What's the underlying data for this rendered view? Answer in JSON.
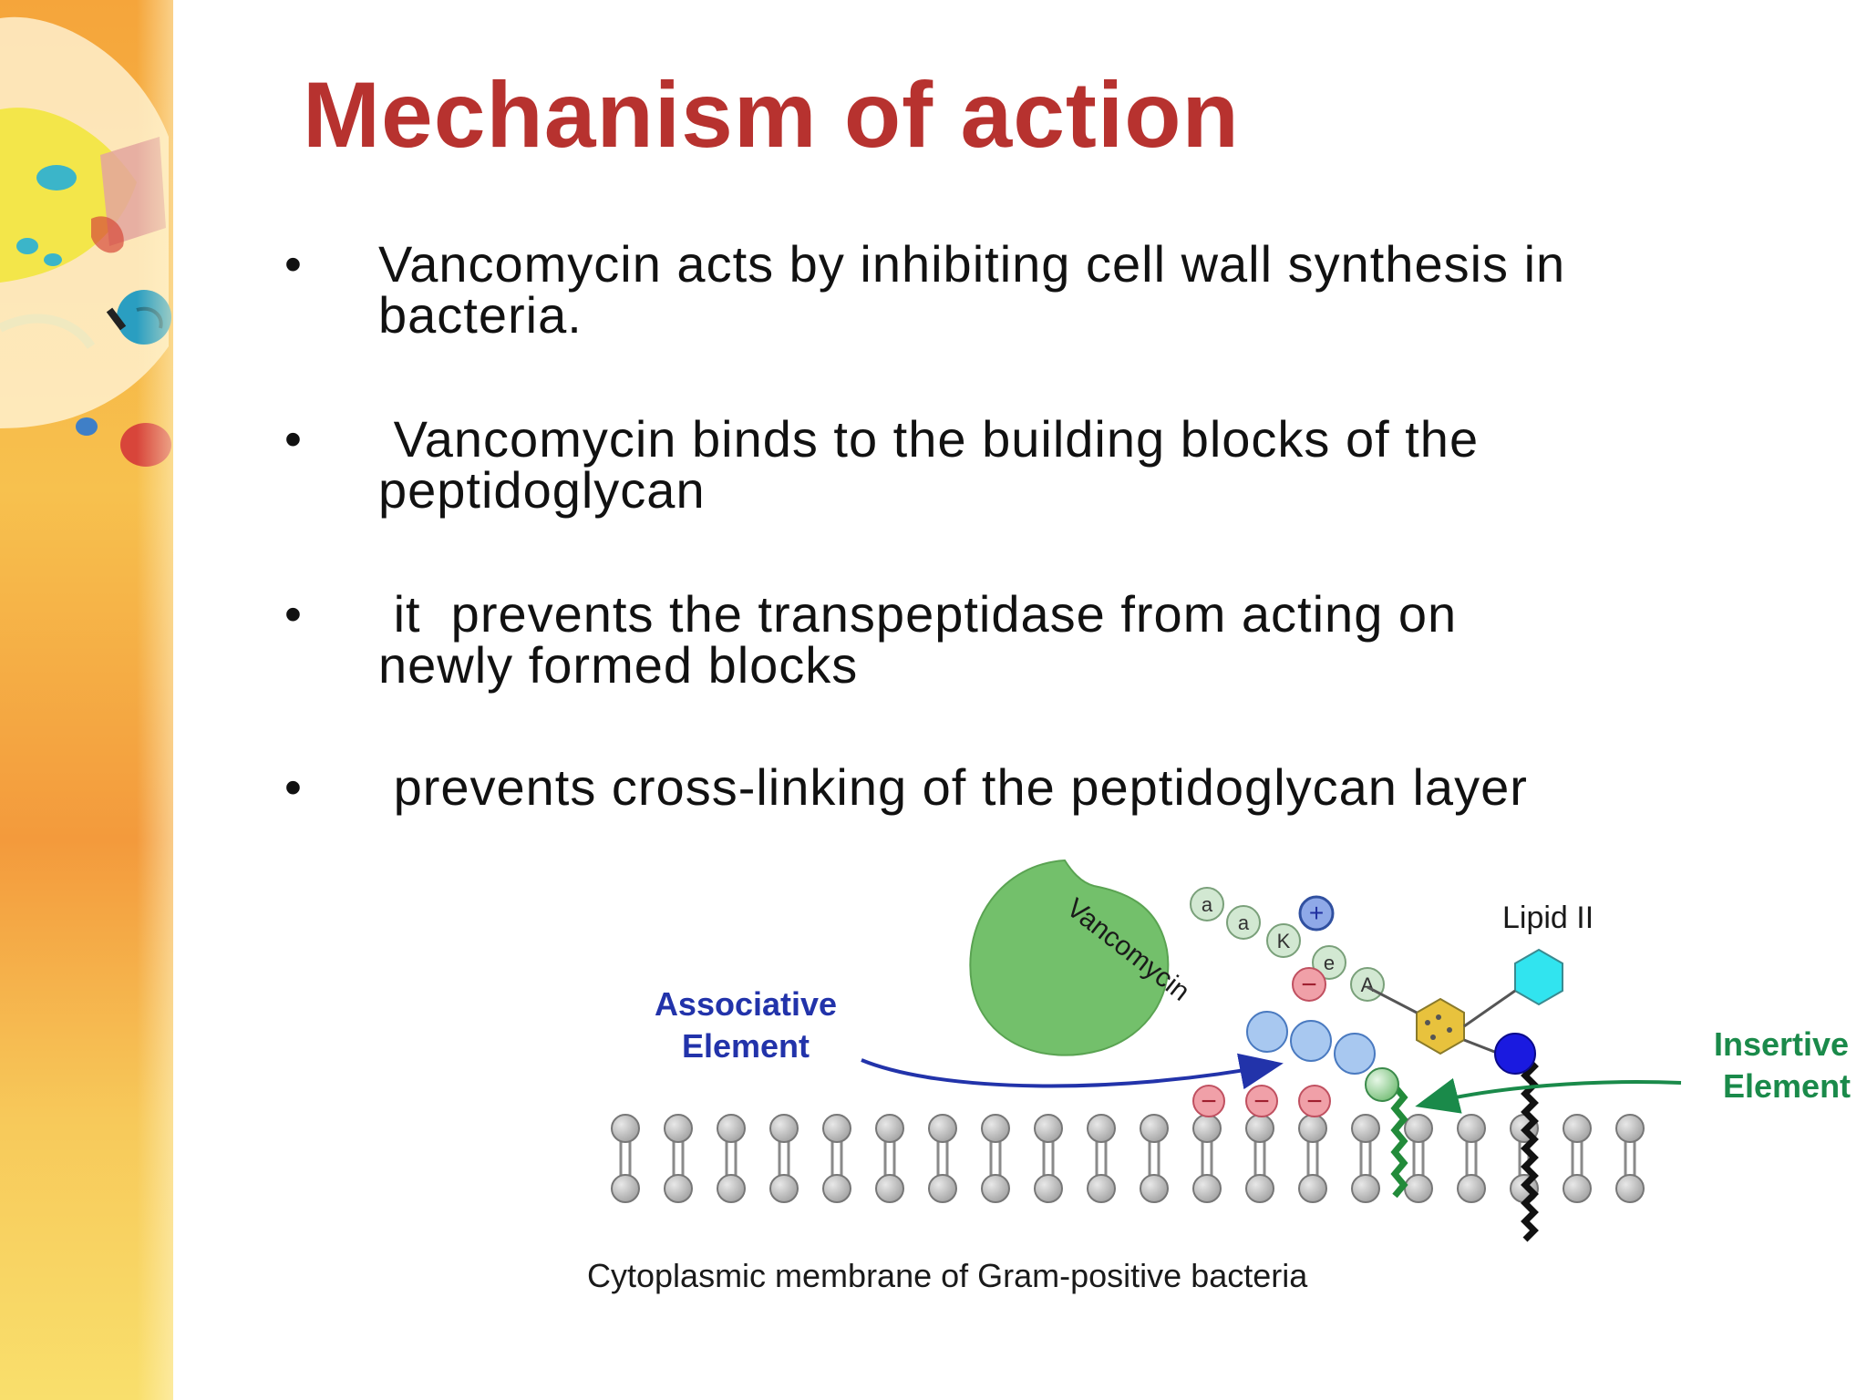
{
  "slide": {
    "title": "Mechanism of action",
    "bullets": [
      {
        "text": "Vancomycin acts by inhibiting cell wall synthesis in\nbacteria."
      },
      {
        "text": " Vancomycin binds to the building blocks of the\npeptidoglycan"
      },
      {
        "text": " it  prevents the transpeptidase from acting on\nnewly formed blocks"
      },
      {
        "text": " prevents cross-linking of the peptidoglycan layer"
      }
    ]
  },
  "diagram": {
    "vancomycin_label": "Vancomycin",
    "lipid_label": "Lipid II",
    "associative_label": [
      "Associative",
      "Element"
    ],
    "insertive_label": [
      "Insertive",
      "Element"
    ],
    "membrane_caption": "Cytoplasmic membrane of Gram-positive bacteria",
    "peptide_residues": [
      "a",
      "a",
      "K",
      "e",
      "A"
    ],
    "charge_positive": "+",
    "charge_negative": "−",
    "colors": {
      "title": "#b7322f",
      "vancomycin_fill": "#73c06b",
      "associative_text": "#2233aa",
      "insertive_text": "#1a8a4a",
      "membrane_head": "#b9b9b9",
      "positive_charge": "#8fa9e8",
      "negative_charge": "#f0a0a8",
      "hexagon_yellow": "#e8c23d",
      "hexagon_cyan": "#31e4ef",
      "lipid_anchor": "#1a1ae0"
    }
  }
}
